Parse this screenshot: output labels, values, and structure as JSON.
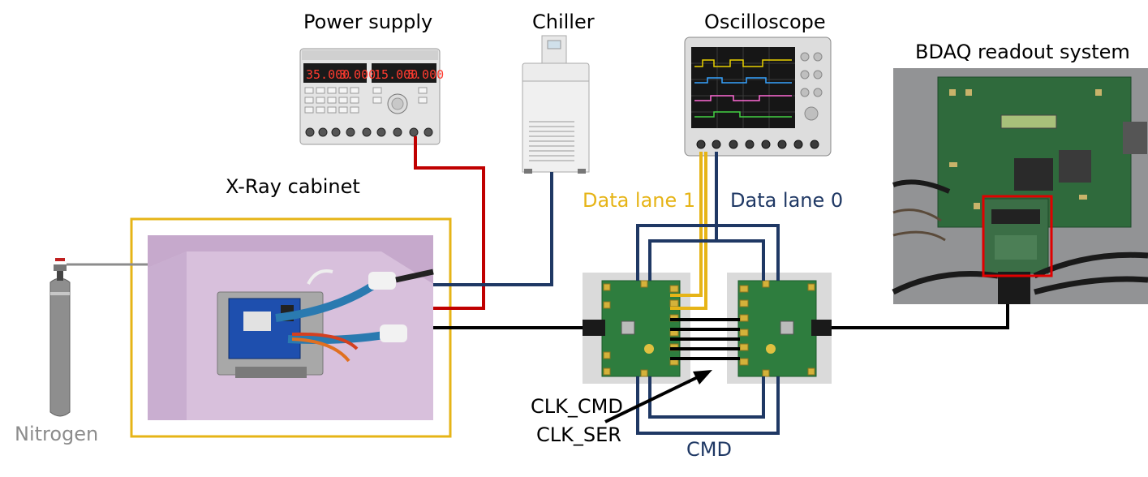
{
  "labels": {
    "power_supply": "Power supply",
    "chiller": "Chiller",
    "oscilloscope": "Oscilloscope",
    "bdaq": "BDAQ readout system",
    "xray": "X-Ray cabinet",
    "data_lane_1": "Data lane 1",
    "data_lane_0": "Data lane 0",
    "clk_cmd": "CLK_CMD",
    "clk_ser": "CLK_SER",
    "cmd": "CMD",
    "nitrogen": "Nitrogen"
  },
  "power_supply_display": [
    "35.000",
    "3.000",
    "15.000",
    "5.000"
  ],
  "colors": {
    "power_cable": "#c00000",
    "chiller_line": "#1f3864",
    "data_lane_1": "#e6b417",
    "data_lane_0": "#1f3864",
    "cmd_line": "#1f3864",
    "signal_line": "#000000",
    "xray_frame": "#e6b417",
    "bdaq_highlight": "#e00000",
    "nitrogen_text": "#8c8c8c"
  }
}
